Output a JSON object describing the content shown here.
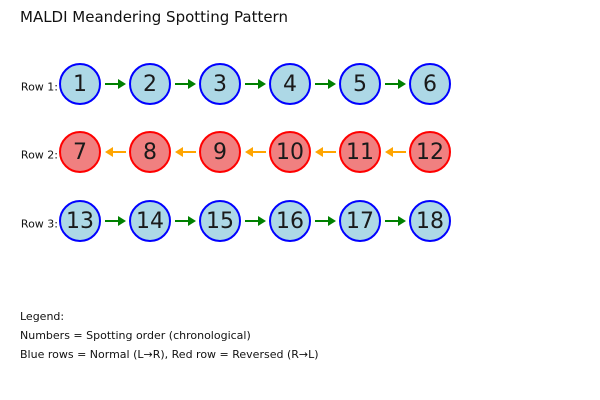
{
  "title": "MALDI Meandering Spotting Pattern",
  "rows": [
    {
      "label": "Row 1:",
      "direction": "right",
      "color_scheme": "blue",
      "spots": [
        "1",
        "2",
        "3",
        "4",
        "5",
        "6"
      ]
    },
    {
      "label": "Row 2:",
      "direction": "left",
      "color_scheme": "red",
      "spots": [
        "7",
        "8",
        "9",
        "10",
        "11",
        "12"
      ]
    },
    {
      "label": "Row 3:",
      "direction": "right",
      "color_scheme": "blue",
      "spots": [
        "13",
        "14",
        "15",
        "16",
        "17",
        "18"
      ]
    }
  ],
  "legend": {
    "heading": "Legend:",
    "lines": [
      "Numbers = Spotting order (chronological)",
      "Blue rows = Normal (L→R), Red row = Reversed (R→L)"
    ]
  },
  "colors": {
    "blue_fill": "#ADD8E6",
    "blue_border": "#0000FF",
    "red_fill": "#F08080",
    "red_border": "#FF0000",
    "arrow_forward": "#008000",
    "arrow_reverse": "#FFA500",
    "text": "#000000"
  }
}
